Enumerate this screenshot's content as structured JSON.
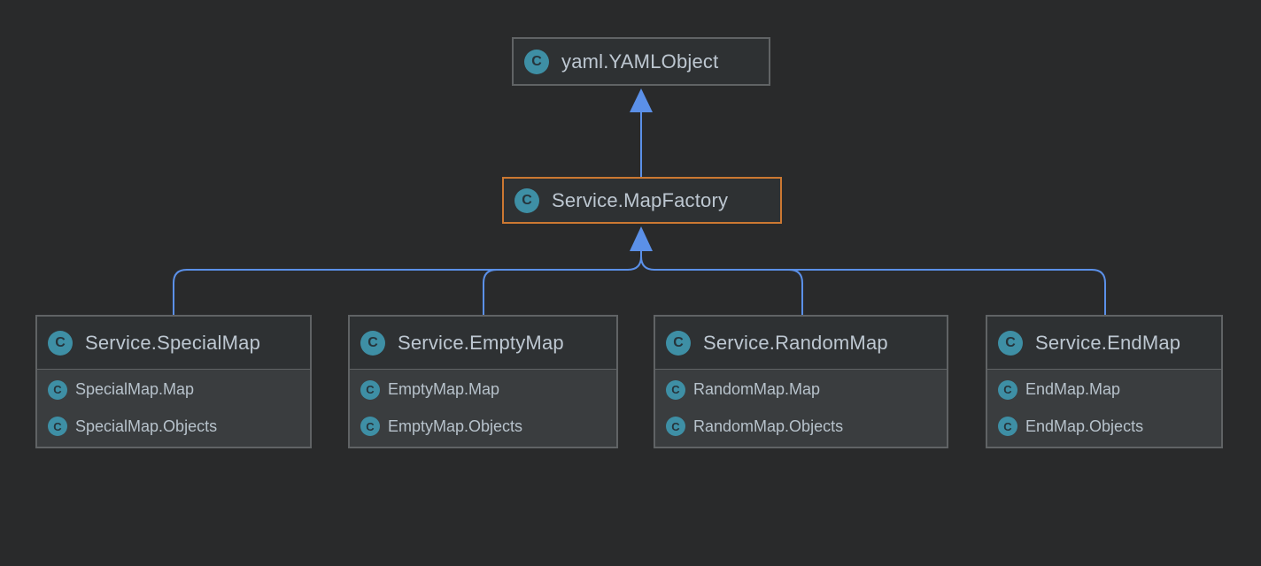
{
  "diagram": {
    "type": "uml-class-diagram",
    "class_icon_glyph": "C",
    "colors": {
      "canvas_background": "#292a2b",
      "node_header_background": "#2e3133",
      "node_body_background": "#3a3d3f",
      "node_border": "#606365",
      "selected_node_border": "#cc7832",
      "edge": "#5b90e8",
      "title_text": "#bdc7d1",
      "member_text": "#b7c2cb",
      "class_icon_background": "#3e8fa5"
    },
    "nodes": [
      {
        "title": "yaml.YAMLObject",
        "selected": false,
        "members": []
      },
      {
        "title": "Service.MapFactory",
        "selected": true,
        "members": []
      },
      {
        "title": "Service.SpecialMap",
        "selected": false,
        "members": [
          "SpecialMap.Map",
          "SpecialMap.Objects"
        ]
      },
      {
        "title": "Service.EmptyMap",
        "selected": false,
        "members": [
          "EmptyMap.Map",
          "EmptyMap.Objects"
        ]
      },
      {
        "title": "Service.RandomMap",
        "selected": false,
        "members": [
          "RandomMap.Map",
          "RandomMap.Objects"
        ]
      },
      {
        "title": "Service.EndMap",
        "selected": false,
        "members": [
          "EndMap.Map",
          "EndMap.Objects"
        ]
      }
    ],
    "edges": [
      {
        "from": "Service.MapFactory",
        "to": "yaml.YAMLObject",
        "relation": "inheritance"
      },
      {
        "from": "Service.SpecialMap",
        "to": "Service.MapFactory",
        "relation": "inheritance"
      },
      {
        "from": "Service.EmptyMap",
        "to": "Service.MapFactory",
        "relation": "inheritance"
      },
      {
        "from": "Service.RandomMap",
        "to": "Service.MapFactory",
        "relation": "inheritance"
      },
      {
        "from": "Service.EndMap",
        "to": "Service.MapFactory",
        "relation": "inheritance"
      }
    ]
  }
}
